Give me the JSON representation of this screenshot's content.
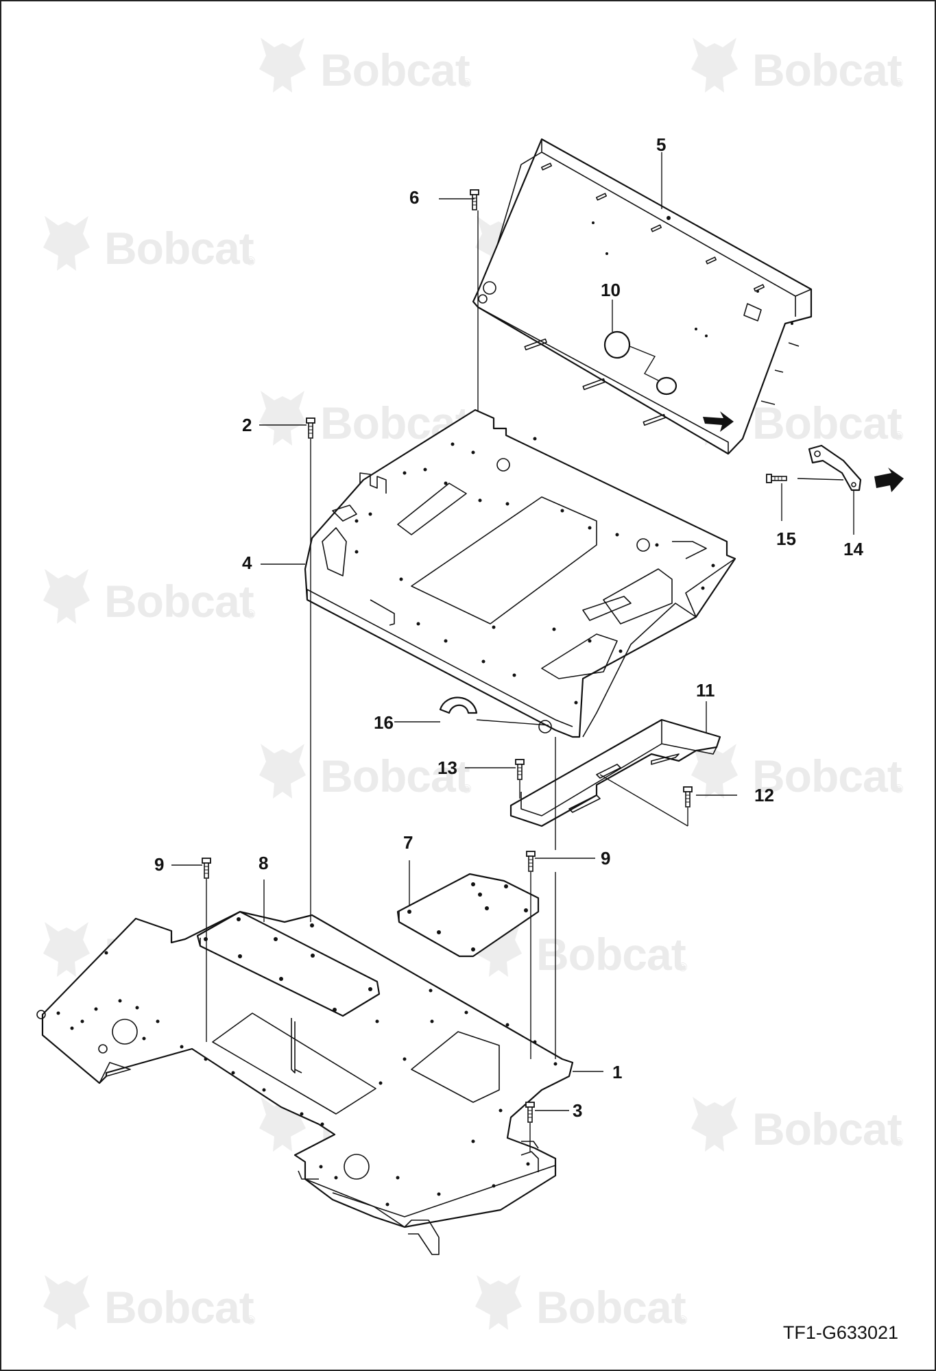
{
  "watermark": {
    "brand": "Bobcat",
    "reg_mark": "®"
  },
  "drawing_code": "TF1-G633021",
  "callouts": {
    "c1": "1",
    "c2": "2",
    "c3": "3",
    "c4": "4",
    "c5": "5",
    "c6": "6",
    "c7": "7",
    "c8": "8",
    "c9a": "9",
    "c9b": "9",
    "c10": "10",
    "c11": "11",
    "c12": "12",
    "c13": "13",
    "c14": "14",
    "c15": "15",
    "c16": "16"
  },
  "colors": {
    "line": "#111111",
    "watermark": "#ebebeb",
    "background": "#ffffff"
  }
}
